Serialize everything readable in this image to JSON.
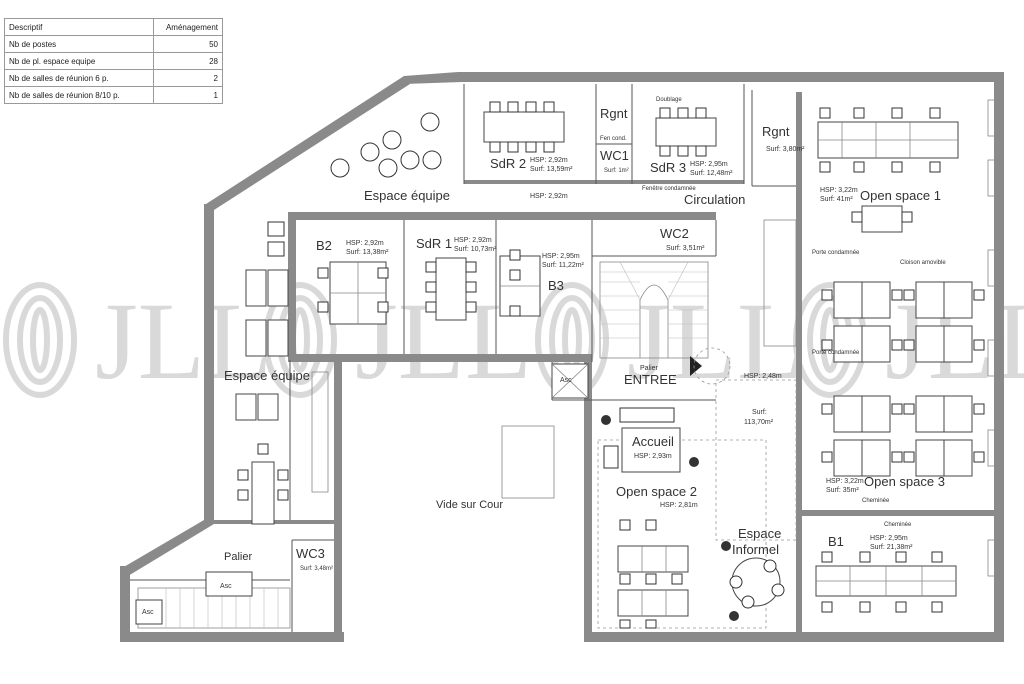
{
  "summary_table": {
    "headers": [
      "Descriptif",
      "Aménagement"
    ],
    "rows": [
      {
        "label": "Nb de postes",
        "value": "50"
      },
      {
        "label": "Nb de pl. espace equipe",
        "value": "28"
      },
      {
        "label": "Nb de salles de réunion 6 p.",
        "value": "2"
      },
      {
        "label": "Nb de salles de réunion 8/10 p.",
        "value": "1"
      }
    ]
  },
  "watermark": "JLL",
  "rooms": {
    "espace_equipe_top": "Espace équipe",
    "espace_equipe_left": "Espace équipe",
    "sdr2": {
      "name": "SdR 2",
      "hsp": "HSP: 2,92m",
      "surf": "Surf: 13,59m²"
    },
    "sdr3": {
      "name": "SdR 3",
      "hsp": "HSP: 2,95m",
      "surf": "Surf: 12,48m²"
    },
    "rgnt1": "Rgnt",
    "rgnt2": {
      "name": "Rgnt",
      "surf": "Surf: 3,80m²"
    },
    "wc1": {
      "name": "WC1",
      "surf": "Surf: 1m²"
    },
    "wc2": {
      "name": "WC2",
      "surf": "Surf: 3,51m²"
    },
    "wc3": {
      "name": "WC3",
      "surf": "Surf: 3,48m²"
    },
    "circulation": {
      "name": "Circulation",
      "hsp": "HSP: 2,92m"
    },
    "b2": {
      "name": "B2",
      "hsp": "HSP: 2,92m",
      "surf": "Surf: 13,38m²"
    },
    "sdr1": {
      "name": "SdR 1",
      "hsp": "HSP: 2,92m",
      "surf": "Surf: 10,73m²"
    },
    "b3": {
      "name": "B3",
      "hsp": "HSP: 2,95m",
      "surf": "Surf: 11,22m²"
    },
    "b1": {
      "name": "B1",
      "hsp": "HSP: 2,95m",
      "surf": "Surf: 21,38m²"
    },
    "open_space_1": {
      "name": "Open space 1",
      "hsp": "HSP: 3,22m",
      "surf": "Surf: 41m²"
    },
    "open_space_2": {
      "name": "Open space 2",
      "hsp": "HSP: 2,81m"
    },
    "open_space_3": {
      "name": "Open space 3",
      "hsp": "HSP: 3,22m",
      "surf": "Surf: 35m²"
    },
    "palier_entree": {
      "line1": "Palier",
      "line2": "ENTREE"
    },
    "accueil": {
      "name": "Accueil",
      "hsp": "HSP: 2,93m"
    },
    "espace_informel": {
      "line1": "Espace",
      "line2": "Informel"
    },
    "palier": "Palier",
    "vide_sur_cour": "Vide sur Cour",
    "asc1": "Asc",
    "asc2": "Asc",
    "asc3": "Asc",
    "hall": {
      "hsp": "HSP: 2,48m",
      "surf": "Surf:",
      "surf_value": "113,70m²"
    }
  },
  "annotations": {
    "doublage": "Doublage",
    "fen_cond": "Fen cond.",
    "fenetre_condamnee": "Fenêtre condamnée",
    "porte_condamnee_1": "Porte condamnée",
    "porte_condamnee_2": "Porte condamnée",
    "cloison_amovible": "Cloison amovible",
    "cheminee_1": "Cheminée",
    "cheminee_2": "Cheminée"
  }
}
